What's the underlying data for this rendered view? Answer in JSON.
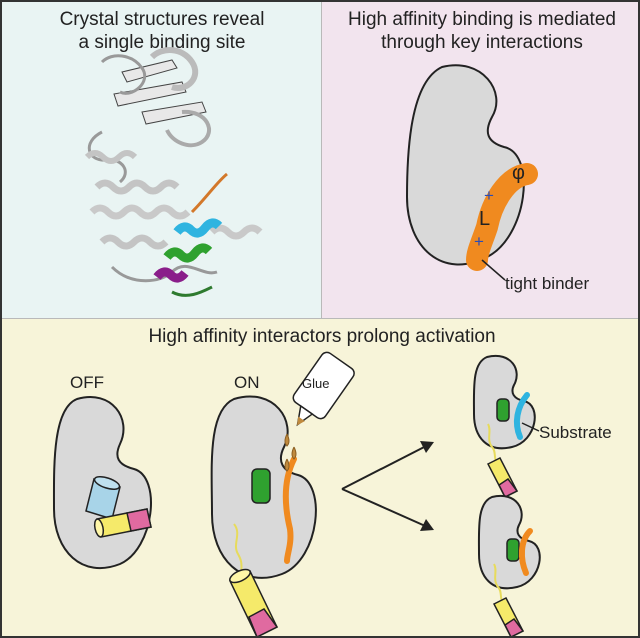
{
  "panels": {
    "crystal": {
      "title_line1": "Crystal structures reveal",
      "title_line2": "a single binding site"
    },
    "binding": {
      "title_line1": "High affinity binding is mediated",
      "title_line2": "through key interactions",
      "symbol_phi": "φ",
      "symbol_plus": "+",
      "symbol_L": "L",
      "tight_binder": "tight binder"
    },
    "activation": {
      "title": "High affinity interactors prolong activation",
      "off_label": "OFF",
      "on_label": "ON",
      "glue_label": "Glue",
      "substrate_label": "Substrate"
    }
  },
  "colors": {
    "panel1_bg": "#e9f4f3",
    "panel2_bg": "#f2e4ee",
    "panel3_bg": "#f7f4d9",
    "kinase": "#d9d9d9",
    "orange": "#f08a1f",
    "cyan": "#2fb4e0",
    "green": "#2fa12f",
    "purple": "#8a1e8a",
    "yellow": "#f5ea6a",
    "pink": "#e06aa0",
    "light_blue": "#a8d4e8",
    "glue": "#c08a3e"
  }
}
